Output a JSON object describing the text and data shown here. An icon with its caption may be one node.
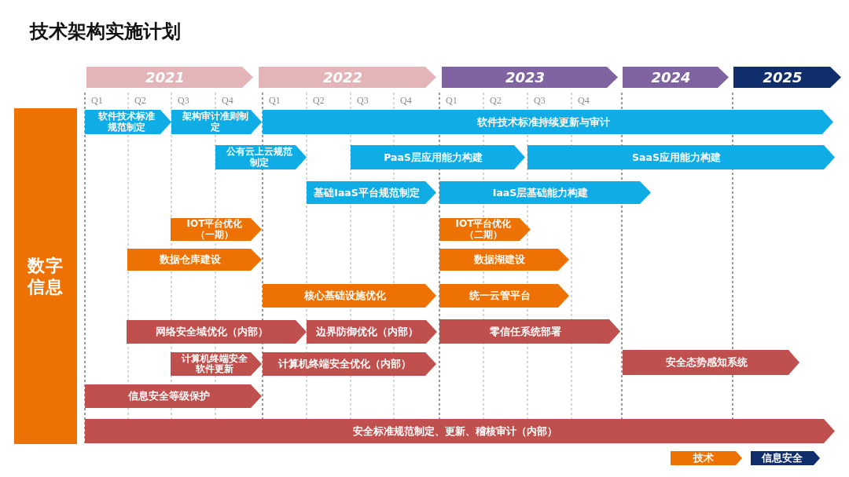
{
  "diagram": {
    "title": "技术架构实施计划",
    "nodes": [
      {
        "text": [
          "2021"
        ]
      },
      {
        "text": [
          "2022"
        ]
      },
      {
        "text": [
          "2023"
        ]
      },
      {
        "text": [
          "2024"
        ]
      },
      {
        "text": [
          "2025"
        ]
      },
      {
        "text": [
          "数字信息"
        ]
      },
      {
        "text": [
          "软件技术标准规范制定"
        ]
      },
      {
        "text": [
          "架构审计准则制定"
        ]
      },
      {
        "text": [
          "软件技术标准持续更新与审计"
        ]
      },
      {
        "text": [
          "公有云上云规范制定"
        ]
      },
      {
        "text": [
          "PaaS层应用能力构建"
        ]
      },
      {
        "text": [
          "SaaS应用能力构建"
        ]
      },
      {
        "text": [
          "基础IaaS平台规范制定"
        ]
      },
      {
        "text": [
          "IaaS层基础能力构建"
        ]
      },
      {
        "text": [
          "IOT平台优化（一期）"
        ]
      },
      {
        "text": [
          "IOT平台优化（二期）"
        ]
      },
      {
        "text": [
          "数据仓库建设"
        ]
      },
      {
        "text": [
          "数据湖建设"
        ]
      },
      {
        "text": [
          "核心基础设施优化"
        ]
      },
      {
        "text": [
          "统一云管平台"
        ]
      },
      {
        "text": [
          "网络安全域优化（内部）"
        ]
      },
      {
        "text": [
          "边界防御优化（内部）"
        ]
      },
      {
        "text": [
          "零信任系统部署"
        ]
      },
      {
        "text": [
          "计算机终端安全软件更新"
        ]
      },
      {
        "text": [
          "计算机终端安全优化（内部）"
        ]
      },
      {
        "text": [
          "安全态势感知系统"
        ]
      },
      {
        "text": [
          "信息安全等级保护"
        ]
      },
      {
        "text": [
          "安全标准规范制定、更新、稽核审计（内部）"
        ]
      }
    ],
    "labels": [
      "Q1",
      "Q2",
      "Q3",
      "Q4",
      "Q1",
      "Q2",
      "Q3",
      "Q4",
      "Q1",
      "Q2",
      "Q3",
      "Q4"
    ],
    "legend": [
      {
        "text": "技术",
        "color": "#ee7203"
      },
      {
        "text": "信息安全",
        "color": "#0f2e6b"
      }
    ]
  }
}
